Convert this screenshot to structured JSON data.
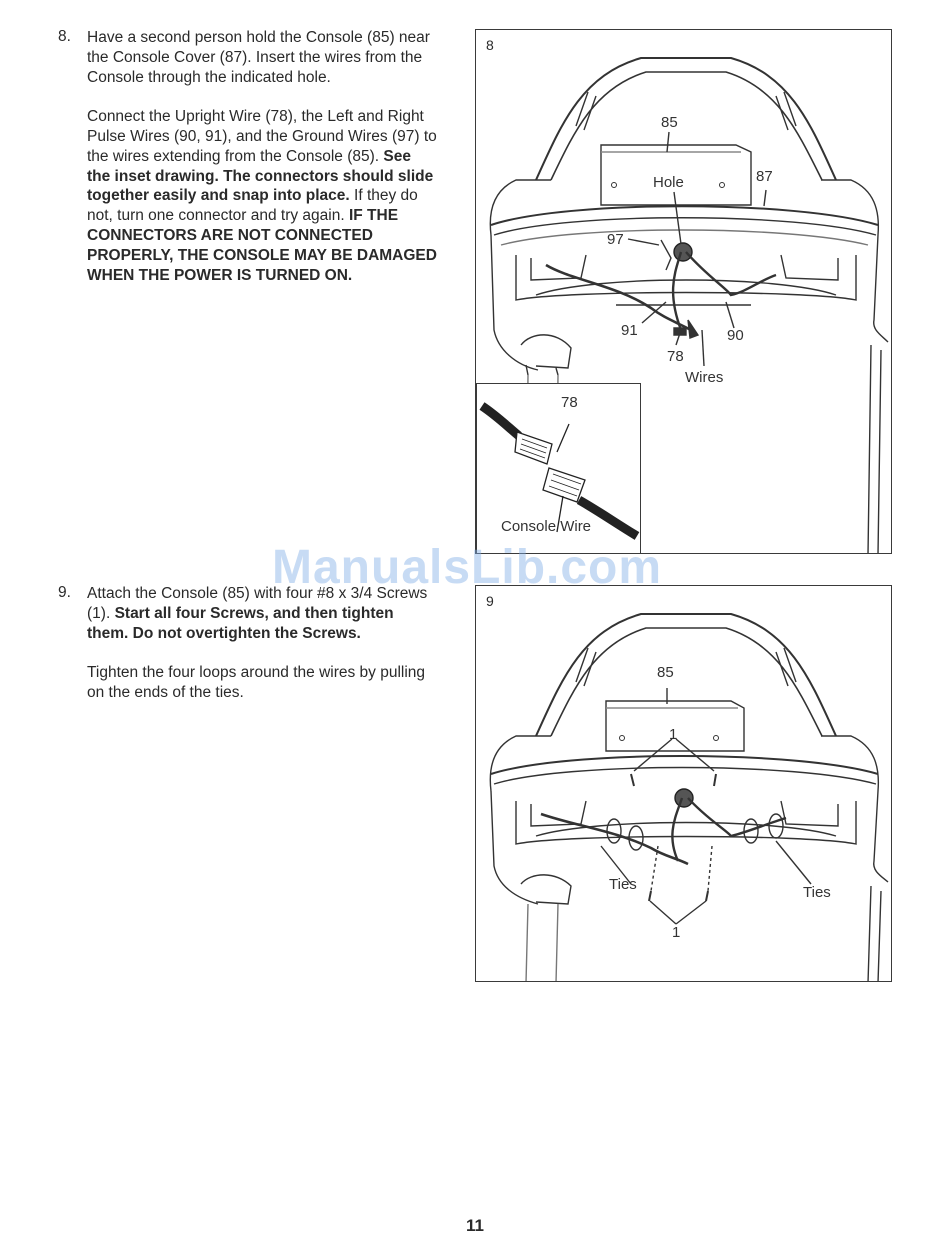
{
  "step8": {
    "number": "8.",
    "para1": "Have a second person hold the Console (85) near the Console Cover (87). Insert the wires from the Console through the indicated hole.",
    "para2_a": "Connect the Upright Wire (78), the Left and Right Pulse Wires (90, 91), and the Ground Wires (97) to the wires extending from the Console (85). ",
    "para2_b": "See the inset drawing. The connectors should slide together easily and snap into place.",
    "para2_c": " If they do not, turn one connector and try again. ",
    "para2_d": "IF THE CONNECTORS ARE NOT CONNECTED PROPERLY, THE CONSOLE MAY BE DAMAGED WHEN THE POWER IS TURNED ON."
  },
  "step9": {
    "number": "9.",
    "para1_a": "Attach the Console (85) with four #8 x 3/4 Screws (1). ",
    "para1_b": "Start all four Screws, and then tighten them. Do not overtighten the Screws.",
    "para2": "Tighten the four loops around the wires by pulling on the ends of the ties."
  },
  "figure8": {
    "number": "8",
    "labels": {
      "console": "85",
      "hole": "Hole",
      "cover": "87",
      "ground": "97",
      "left_pulse": "91",
      "right_pulse": "90",
      "upright": "78",
      "wires": "Wires"
    },
    "inset": {
      "upright": "78",
      "console_wire": "Console Wire"
    }
  },
  "figure9": {
    "number": "9",
    "labels": {
      "console": "85",
      "screws_top": "1",
      "ties_left": "Ties",
      "ties_right": "Ties",
      "screws_bottom": "1"
    }
  },
  "watermark": "ManualsLib.com",
  "page_number": "11"
}
